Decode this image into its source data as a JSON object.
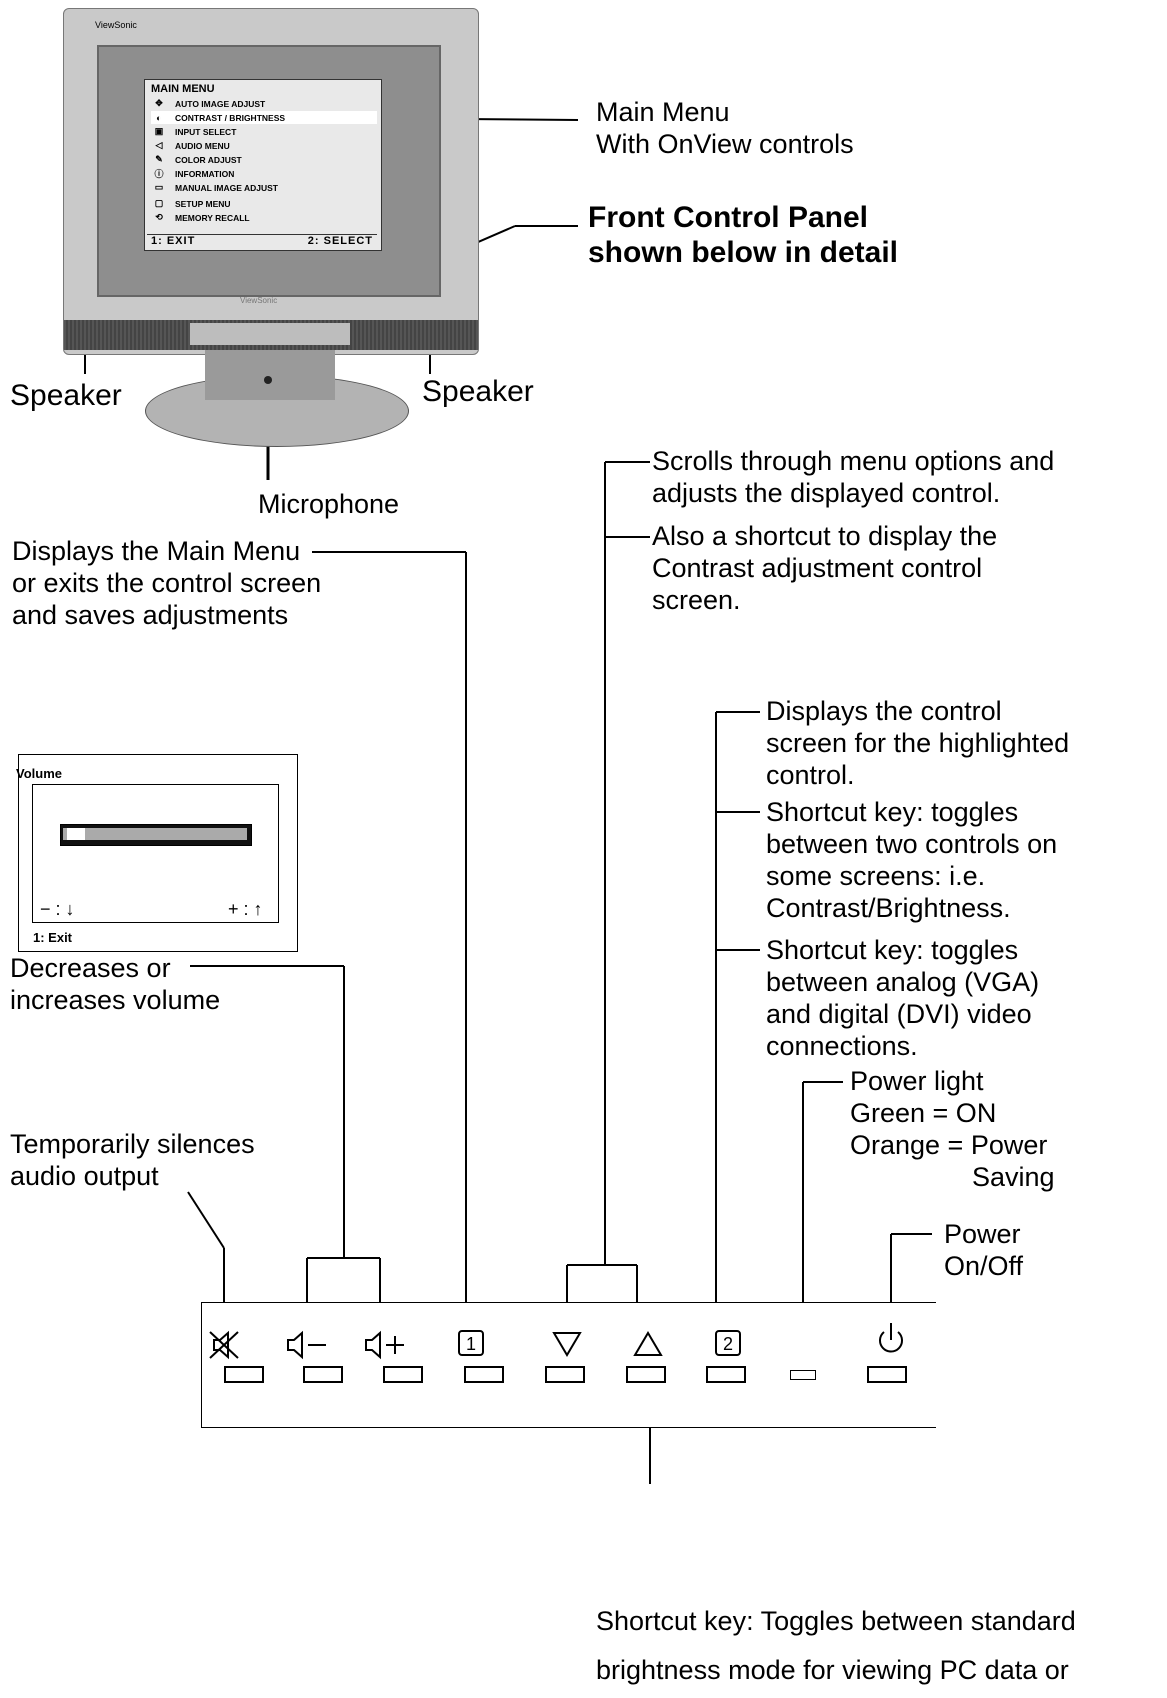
{
  "monitor": {
    "brand_logo": "ViewSonic",
    "brand_name": "ViewSonic",
    "osd": {
      "title": "MAIN MENU",
      "items": [
        {
          "icon": "auto-adjust-icon",
          "label": "AUTO IMAGE ADJUST"
        },
        {
          "icon": "contrast-icon",
          "label": "CONTRAST / BRIGHTNESS"
        },
        {
          "icon": "input-icon",
          "label": "INPUT SELECT"
        },
        {
          "icon": "audio-icon",
          "label": "AUDIO MENU"
        },
        {
          "icon": "color-icon",
          "label": "COLOR ADJUST"
        },
        {
          "icon": "info-icon",
          "label": "INFORMATION"
        },
        {
          "icon": "manual-adjust-icon",
          "label": "MANUAL IMAGE ADJUST"
        },
        {
          "icon": "setup-icon",
          "label": "SETUP MENU"
        },
        {
          "icon": "memory-icon",
          "label": "MEMORY RECALL"
        }
      ],
      "footer_exit": "1: EXIT",
      "footer_select": "2: SELECT"
    }
  },
  "callouts": {
    "main_menu_line1": "Main Menu",
    "main_menu_line2": "With OnView controls",
    "front_panel_line1": "Front Control Panel",
    "front_panel_line2": "shown below in detail",
    "speaker_left": "Speaker",
    "speaker_right": "Speaker",
    "microphone": "Microphone",
    "scrolls_line1": "Scrolls through menu options and",
    "scrolls_line2": "adjusts the displayed control.",
    "shortcut_contrast_line1": "Also a shortcut to display the",
    "shortcut_contrast_line2": "Contrast adjustment control",
    "shortcut_contrast_line3": "screen.",
    "main_menu_btn_line1": "Displays the Main Menu",
    "main_menu_btn_line2": "or exits the control screen",
    "main_menu_btn_line3": "and saves adjustments",
    "select_line1": "Displays the control",
    "select_line2": "screen for the highlighted",
    "select_line3": "control.",
    "toggle_two_line1": "Shortcut key: toggles",
    "toggle_two_line2": "between two controls on",
    "toggle_two_line3": "some screens: i.e.",
    "toggle_two_line4": "Contrast/Brightness.",
    "toggle_video_line1": "Shortcut key: toggles",
    "toggle_video_line2": "between analog (VGA)",
    "toggle_video_line3": "and digital (DVI) video",
    "toggle_video_line4": "connections.",
    "volume_line1": "Decreases or",
    "volume_line2": "increases volume",
    "power_light_line1": "Power light",
    "power_light_line2": "Green = ON",
    "power_light_line3": "Orange = Power",
    "power_light_line4": "Saving",
    "mute_line1": "Temporarily silences",
    "mute_line2": "audio output",
    "power_line1": "Power",
    "power_line2": "On/Off",
    "bottom_line1": "Shortcut key: Toggles between standard",
    "bottom_line2": "brightness mode for viewing PC data or"
  },
  "volume_osd": {
    "title": "Volume",
    "minus_label": "− : ↓",
    "plus_label": "+ : ↑",
    "exit_label": "1: Exit",
    "level": 0.1
  },
  "panel": {
    "buttons": [
      {
        "name": "mute-button",
        "icon": "mute-icon",
        "glyph": "🔇"
      },
      {
        "name": "volume-down-button",
        "icon": "volume-down-icon",
        "glyph": "◁−"
      },
      {
        "name": "volume-up-button",
        "icon": "volume-up-icon",
        "glyph": "◁+"
      },
      {
        "name": "button-1",
        "icon": "one-key-icon",
        "glyph": "1"
      },
      {
        "name": "down-button",
        "icon": "down-triangle-icon",
        "glyph": "▽"
      },
      {
        "name": "up-button",
        "icon": "up-triangle-icon",
        "glyph": "△"
      },
      {
        "name": "button-2",
        "icon": "two-key-icon",
        "glyph": "2"
      },
      {
        "name": "power-light",
        "icon": "power-light-indicator",
        "glyph": ""
      },
      {
        "name": "power-button",
        "icon": "power-icon",
        "glyph": "⏻"
      }
    ]
  }
}
